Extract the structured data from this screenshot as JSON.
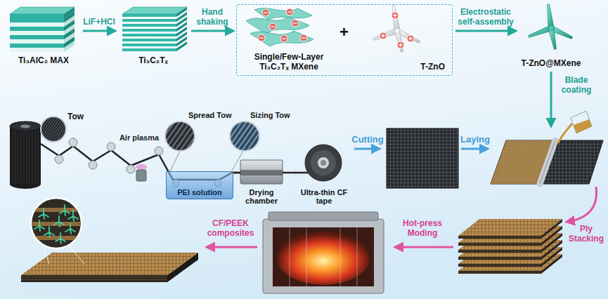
{
  "diagram": {
    "nodes": [
      {
        "text": [
          "Ti₃AlC₂ MAX"
        ]
      },
      {
        "text": [
          "Ti₃C₂Tₓ"
        ]
      },
      {
        "text": [
          "+"
        ]
      },
      {
        "text": [
          "Single/Few-Layer Ti₃C₂Tₓ MXene"
        ],
        "in": 2
      },
      {
        "text": [
          "T-ZnO"
        ],
        "in": 2
      },
      {
        "text": [
          "T-ZnO@MXene"
        ]
      },
      {
        "text": [
          "Tow"
        ]
      },
      {
        "text": [
          "Spread Tow"
        ]
      },
      {
        "text": [
          "Sizing Tow"
        ]
      },
      {
        "text": [
          "PEI solution"
        ]
      },
      {
        "text": [
          "Drying chamber"
        ]
      },
      {
        "text": [
          "Ultra-thin CF tape"
        ]
      }
    ],
    "edges": [
      {
        "from": 0,
        "to": 1,
        "arrow": "to",
        "label": "LiF+HCl"
      },
      {
        "from": 1,
        "to": 2,
        "arrow": "to",
        "label": "Hand shaking"
      },
      {
        "from": 2,
        "to": 5,
        "arrow": "to",
        "label": "Electrostatic self-assembly"
      },
      {
        "from": 9,
        "to": 10,
        "arrow": "none"
      },
      {
        "from": 10,
        "to": 11,
        "arrow": "none"
      }
    ],
    "labels": [
      "Blade coating",
      "Air plasma",
      "Cutting",
      "Laying",
      "Ply Stacking",
      "Hot-press Moding",
      "CF/PEEK composites"
    ]
  }
}
